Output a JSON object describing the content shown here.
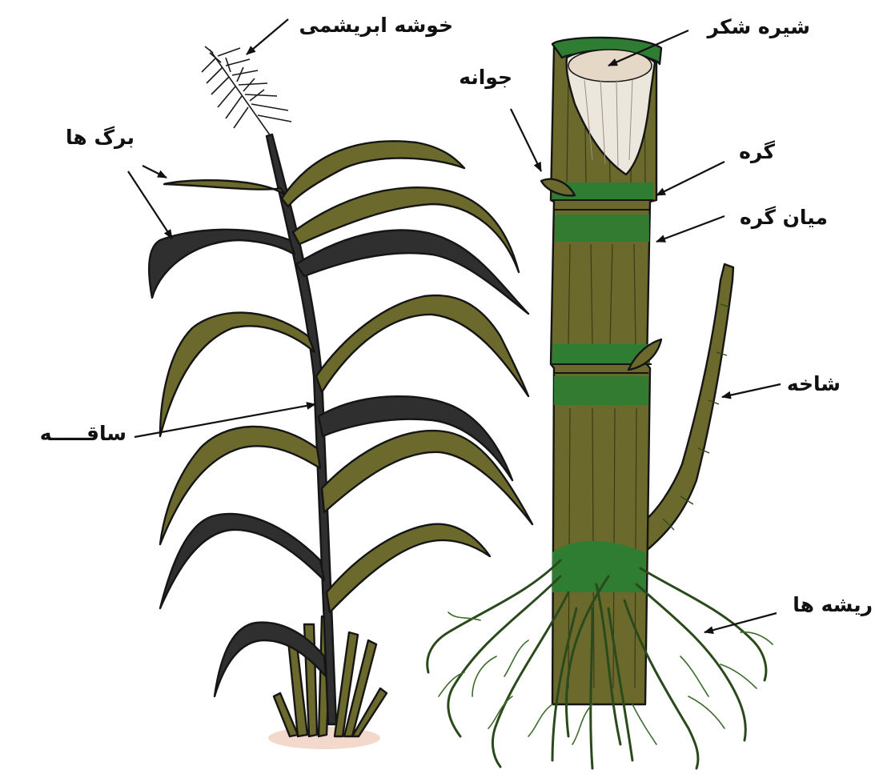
{
  "labels": {
    "silk_tassel": "خوشه ابریشمی",
    "leaves": "برگ ها",
    "stem": "ساقـــــه",
    "sugar_juice": "شیره شکر",
    "bud": "جوانه",
    "node": "گره",
    "internode": "میان گره",
    "branch": "شاخه",
    "roots": "ریشه ها"
  },
  "colors": {
    "leaf_olive": "#6b6a2c",
    "leaf_dark": "#2f2f2f",
    "stalk": "#6b6a2c",
    "node_band": "#2e7d32",
    "pith": "#ece7dc",
    "ground": "#f3d9cc",
    "root_green": "#3d6b2a"
  }
}
